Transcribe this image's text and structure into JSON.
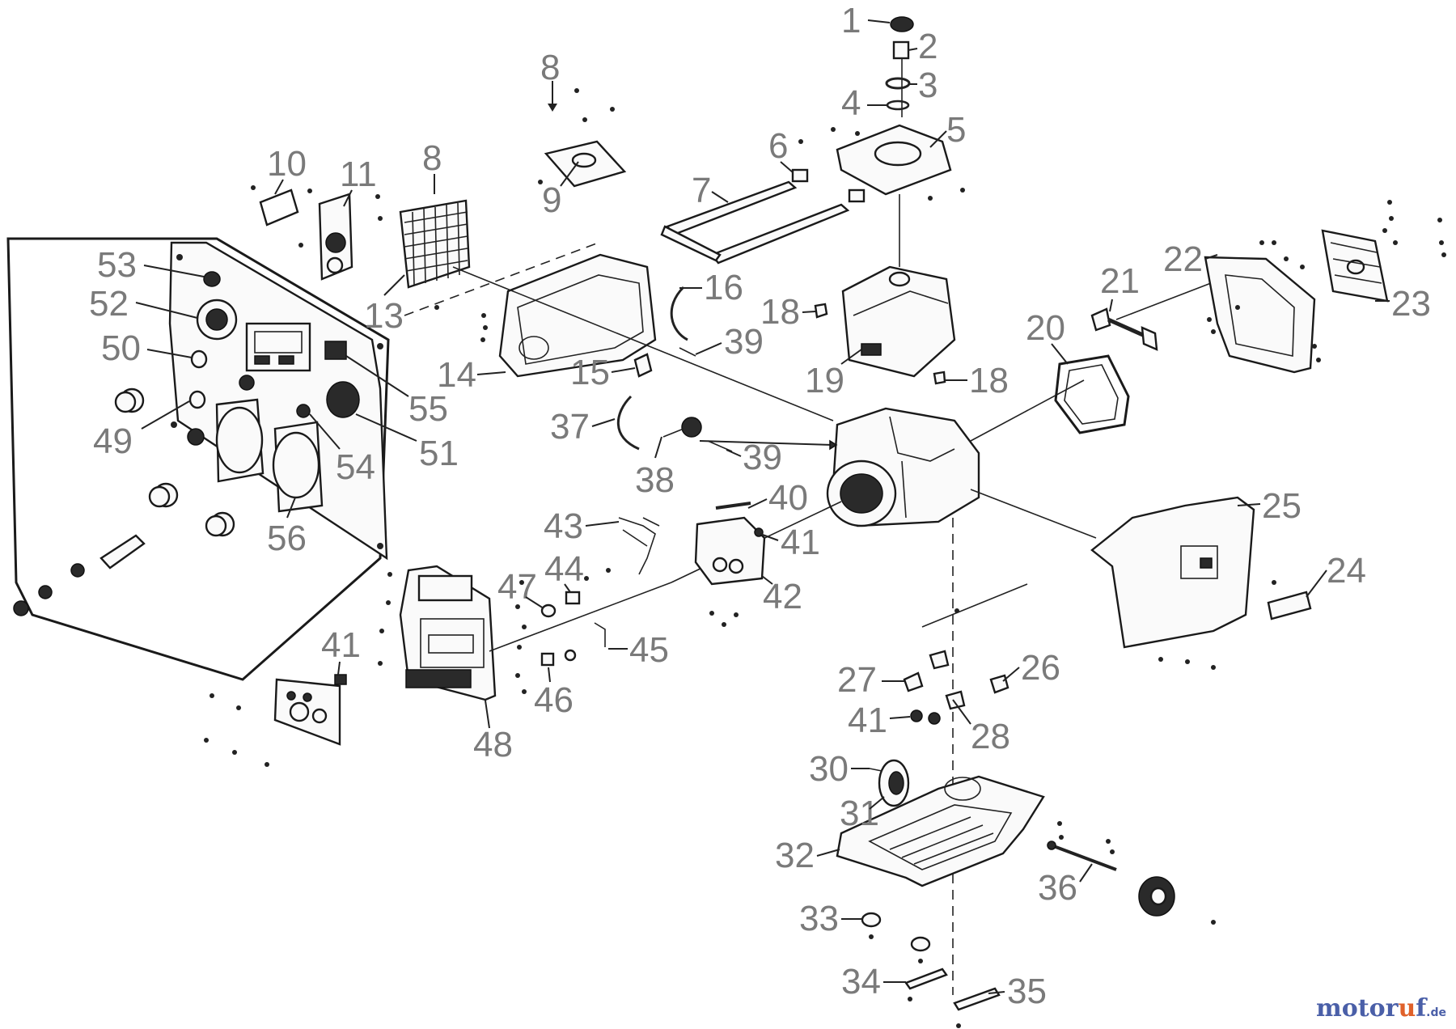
{
  "labels": [
    "1",
    "2",
    "3",
    "4",
    "5",
    "6",
    "7",
    "8",
    "8",
    "9",
    "10",
    "11",
    "13",
    "14",
    "15",
    "16",
    "18",
    "18",
    "19",
    "20",
    "21",
    "22",
    "23",
    "24",
    "25",
    "26",
    "27",
    "28",
    "30",
    "31",
    "32",
    "33",
    "34",
    "35",
    "36",
    "37",
    "38",
    "39",
    "39",
    "40",
    "41",
    "41",
    "41",
    "42",
    "43",
    "44",
    "45",
    "46",
    "47",
    "48",
    "49",
    "50",
    "51",
    "52",
    "53",
    "54",
    "55",
    "56"
  ],
  "watermark": {
    "main": "motor",
    "accent": "u",
    "tail": "f",
    "tld": ".de"
  },
  "colors": {
    "label": "#7a7a7a",
    "line": "#1a1a1a",
    "brand_blue": "#4a5fa8",
    "brand_orange": "#e0612a"
  }
}
